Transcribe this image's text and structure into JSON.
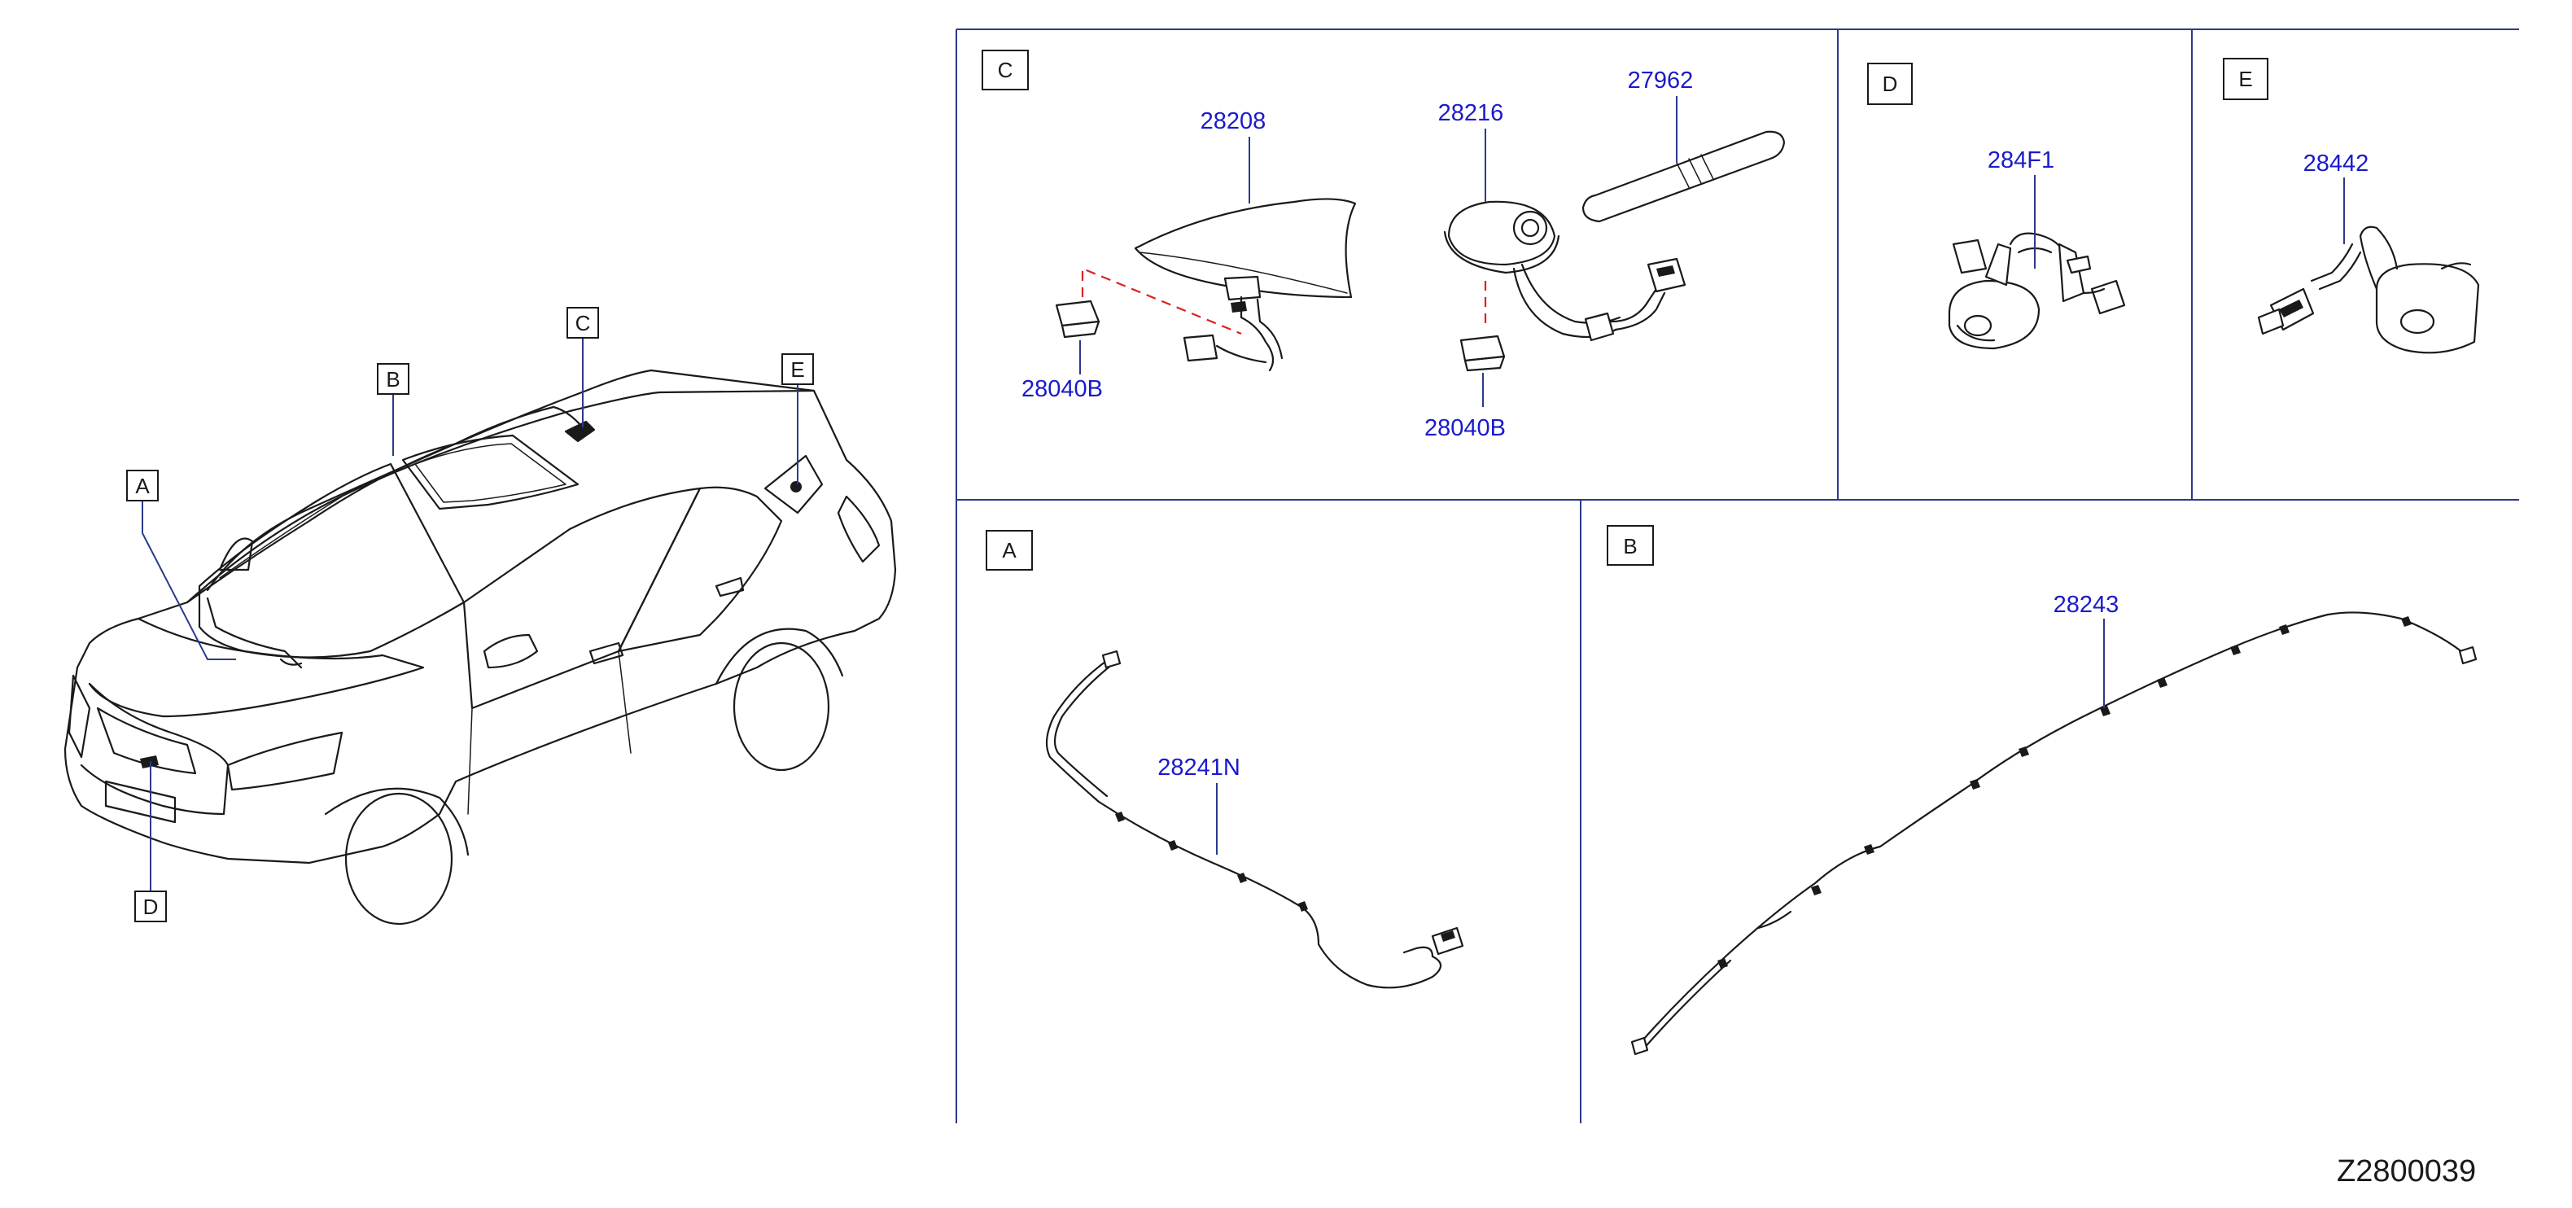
{
  "diagram_code": "Z2800039",
  "vehicle_callouts": [
    "A",
    "B",
    "C",
    "D",
    "E"
  ],
  "panels": [
    {
      "label": "C",
      "parts": [
        "28208",
        "28216",
        "27962",
        "28040B",
        "28040B"
      ]
    },
    {
      "label": "D",
      "parts": [
        "284F1"
      ]
    },
    {
      "label": "E",
      "parts": [
        "28442"
      ]
    },
    {
      "label": "A",
      "parts": [
        "28241N"
      ]
    },
    {
      "label": "B",
      "parts": [
        "28243"
      ]
    }
  ]
}
